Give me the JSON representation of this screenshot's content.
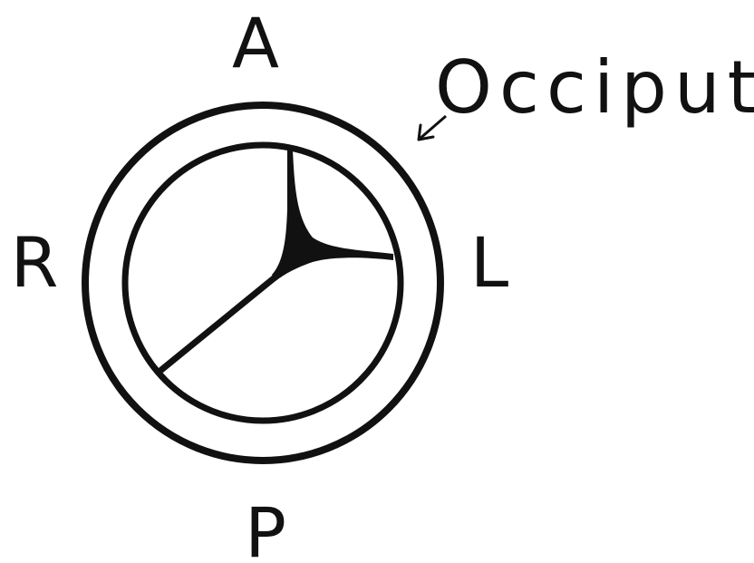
{
  "diagram": {
    "orientation_labels": {
      "anterior": "A",
      "posterior": "P",
      "right": "R",
      "left": "L"
    },
    "annotation": "Occiput",
    "colors": {
      "ink": "#111111",
      "background": "#ffffff"
    }
  }
}
